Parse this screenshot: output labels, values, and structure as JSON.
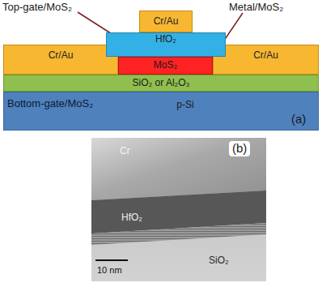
{
  "diagram": {
    "nodes": [
      {
        "text": [
          "Cr/Au"
        ]
      },
      {
        "text": [
          "HfO₂"
        ]
      },
      {
        "text": [
          "Cr/Au"
        ]
      },
      {
        "text": [
          "MoS₂"
        ]
      },
      {
        "text": [
          "Cr/Au"
        ]
      },
      {
        "text": [
          "SiO₂ or Al₂O₃"
        ]
      },
      {
        "text": [
          "p-Si"
        ]
      }
    ],
    "labels": [
      "Top-gate/MoS₂",
      "Metal/MoS₂",
      "Bottom-gate/MoS₂",
      "(a)",
      "(b)",
      "Cr",
      "HfO₂",
      "SiO₂",
      "10 nm"
    ]
  }
}
